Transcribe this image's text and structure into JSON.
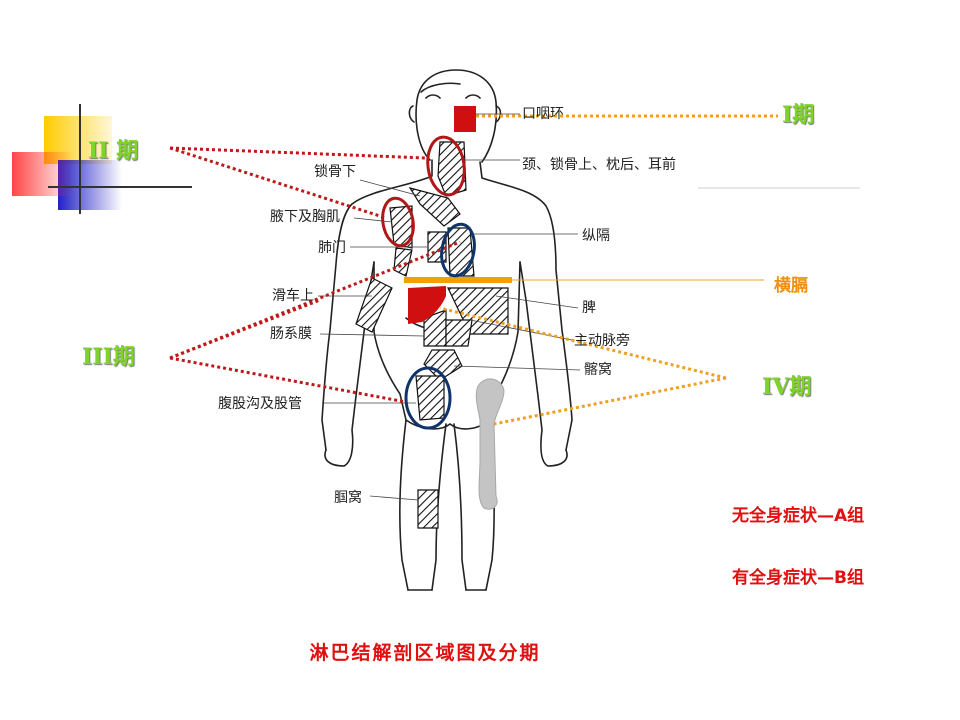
{
  "caption": "淋巴结解剖区域图及分期",
  "anatomy_labels": {
    "waldeyer": "口咽环",
    "neck": "颈、锁骨上、枕后、耳前",
    "subclavian": "锁骨下",
    "axilla": "腋下及胸肌",
    "hilum": "肺门",
    "mediastinum": "纵隔",
    "epitrochlear": "滑车上",
    "spleen": "脾",
    "para_aortic": "主动脉旁",
    "mesentery": "肠系膜",
    "iliac": "髂窝",
    "inguinal": "腹股沟及股管",
    "popliteal": "腘窝"
  },
  "stage_labels": {
    "stage_1": "I期",
    "stage_2": "II 期",
    "stage_3": "III期",
    "stage_4": "IV期"
  },
  "diaphragm_label": "横膈",
  "notes": {
    "group_a": "无全身症状—A组",
    "group_b": "有全身症状—B组"
  },
  "colors": {
    "stage_label": "#7fd32a",
    "stage_line_red": "#c01818",
    "stage_line_orange": "#f0a020",
    "diaphragm": "#f5a000",
    "ring_red": "#b01818",
    "ring_blue": "#10346a",
    "organ_red": "#d01010",
    "bone_gray": "#c4c4c4"
  }
}
